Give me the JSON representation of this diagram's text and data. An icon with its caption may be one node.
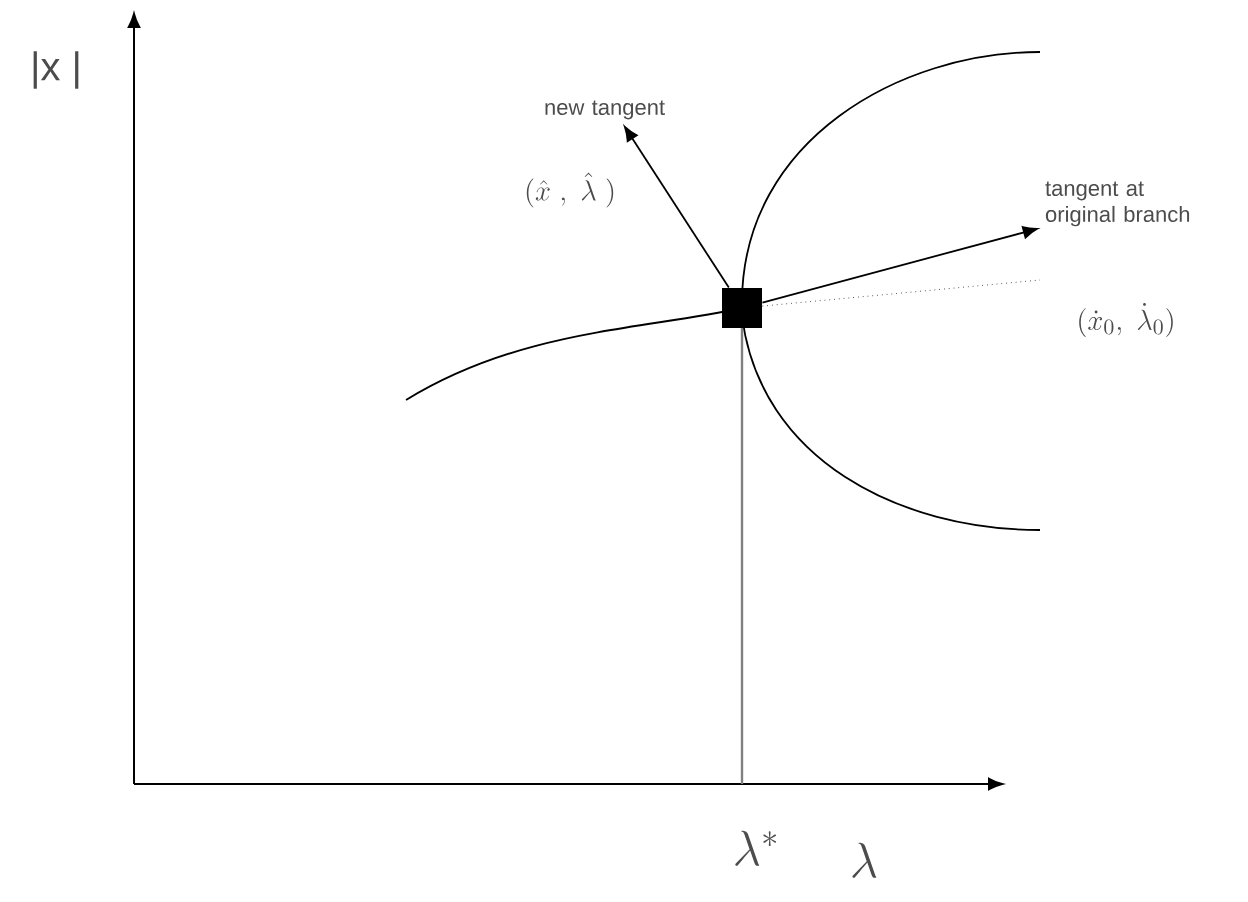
{
  "diagram": {
    "nodes": [
      {
        "text": [],
        "shape": "box"
      },
      {
        "text": [
          "new tangent"
        ]
      },
      {
        "text": [
          "tangent at original branch"
        ]
      }
    ],
    "edges": [
      {
        "from": 0,
        "to": 1,
        "arrow": "to"
      },
      {
        "from": 0,
        "to": 2,
        "arrow": "to"
      },
      {
        "from": 0,
        "to": null,
        "arrow": "none",
        "style": "dashed"
      }
    ],
    "labels": [
      "|x |",
      "(\\hat{x}\\ ,\\ \\hat{\\lambda}\\ )",
      "(\\dot{x}_0,\\ \\dot{\\lambda}_0)",
      "\\lambda^*",
      "\\lambda"
    ]
  }
}
